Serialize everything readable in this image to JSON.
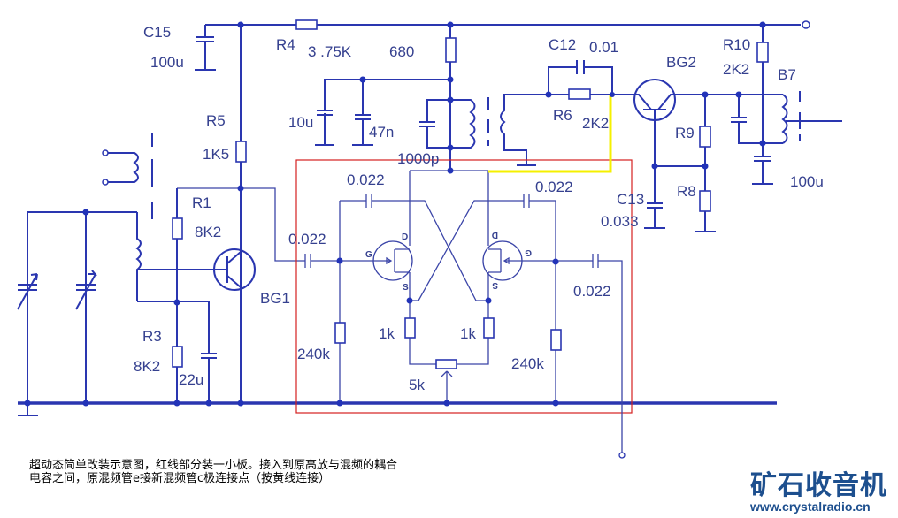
{
  "labels": {
    "c15": "C15",
    "c15_value": "100u",
    "r4": "R4",
    "r4_value": "3 .75K",
    "r_680": "680",
    "r5": "R5",
    "r5_value": "1K5",
    "r1": "R1",
    "r1_value": "8K2",
    "r3": "R3",
    "r3_value": "8K2",
    "c_22u": "22u",
    "bg1": "BG1",
    "c_10u": "10u",
    "c_47n": "47n",
    "c_1000p": "1000p",
    "c12": "C12",
    "c12_value": "0.01",
    "r6": "R6",
    "r6_value": "2K2",
    "bg2": "BG2",
    "r10": "R10",
    "r10_value": "2K2",
    "b7": "B7",
    "r9": "R9",
    "r8": "R8",
    "c13": "C13",
    "c13_value": "0.033",
    "c_out_100u": "100u",
    "c_in": "0.022",
    "c_top_left": "0.022",
    "c_top_right": "0.022",
    "c_out": "0.022",
    "r_gate_left": "240k",
    "r_gate_right": "240k",
    "r_src_left": "1k",
    "r_src_right": "1k",
    "pot": "5k",
    "pin_d": "D",
    "pin_g": "G",
    "pin_s": "S"
  },
  "note": {
    "line1": "超动态简单改装示意图，红线部分装一小板。接入到原高放与混频的耦合",
    "line2": "电容之间，原混频管e接新混频管c极连接点（按黄线连接）"
  },
  "logo": {
    "text": "矿石收音机",
    "url": "www.crystalradio.cn"
  },
  "colors": {
    "wire": "#2a36b0",
    "board_outline": "#d42020",
    "connection": "#f5f000",
    "text": "#35408f",
    "logo": "#1d4f8e"
  }
}
